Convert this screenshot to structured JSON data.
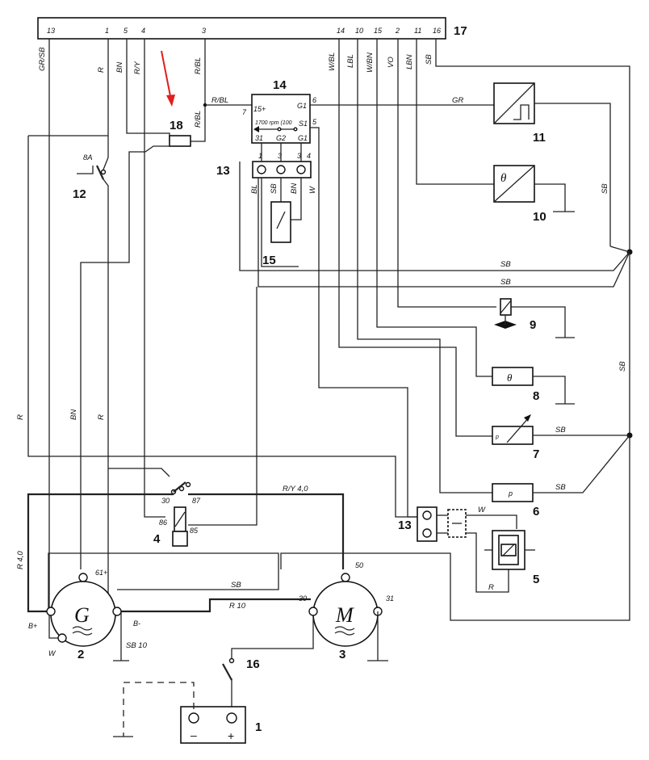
{
  "connector_17": {
    "pins": [
      "13",
      "1",
      "5",
      "4",
      "3",
      "14",
      "10",
      "15",
      "2",
      "11",
      "16"
    ]
  },
  "components": {
    "c1": "1",
    "c2": "2",
    "c3": "3",
    "c4": "4",
    "c5": "5",
    "c6": "6",
    "c7": "7",
    "c8": "8",
    "c9": "9",
    "c10": "10",
    "c11": "11",
    "c12": "12",
    "c13a": "13",
    "c13b": "13",
    "c14": "14",
    "c15": "15",
    "c16": "16",
    "c17": "17",
    "c18": "18"
  },
  "wire_labels": {
    "gr_sb": "GR/SB",
    "r1": "R",
    "bn1": "BN",
    "r_y1": "R/Y",
    "r_bl1": "R/BL",
    "r_bl2": "R/BL",
    "r_bl3": "R/BL",
    "w_bl": "W/BL",
    "lbl": "LBL",
    "w_bn": "W/BN",
    "vo": "VO",
    "lbn": "LBN",
    "sb_top": "SB",
    "gr": "GR",
    "sb11": "SB",
    "sb15": "SB",
    "sb_mid": "SB",
    "sb_right": "SB",
    "sb7": "SB",
    "sb6": "SB",
    "r_left": "R",
    "bn_left": "BN",
    "r_left2": "R",
    "r40": "R 4,0",
    "ry40": "R/Y 4,0",
    "sb_gen": "SB",
    "r10": "R 10",
    "sb10": "SB 10",
    "w5": "W",
    "r5": "R",
    "bl15": "BL",
    "sb15b": "SB",
    "bn15": "BN",
    "w15": "W",
    "ba8": "8A"
  },
  "relay14_pins": {
    "p15": "15+",
    "p7": "7",
    "p6": "6",
    "g1": "G1",
    "p5": "5",
    "s1": "S1",
    "rpm": "1700 rpm (100",
    "t31": "31",
    "g2": "G2",
    "g1b": "G1",
    "n1": "1",
    "n3": "3",
    "n3b": "3",
    "n4": "4"
  },
  "relay4_pins": {
    "p30": "30",
    "p87": "87",
    "p86": "86",
    "p85": "85"
  },
  "gen_pins": {
    "p61": "61+",
    "bplus": "B+",
    "bminus": "B-",
    "w": "W",
    "symbol": "G"
  },
  "motor_pins": {
    "p50": "50",
    "p30": "30",
    "p31": "31",
    "symbol": "M"
  },
  "battery": {
    "minus": "–",
    "plus": "+"
  },
  "comp_symbols": {
    "theta10": "θ",
    "theta8": "θ",
    "p6": "p",
    "p7": "p"
  }
}
